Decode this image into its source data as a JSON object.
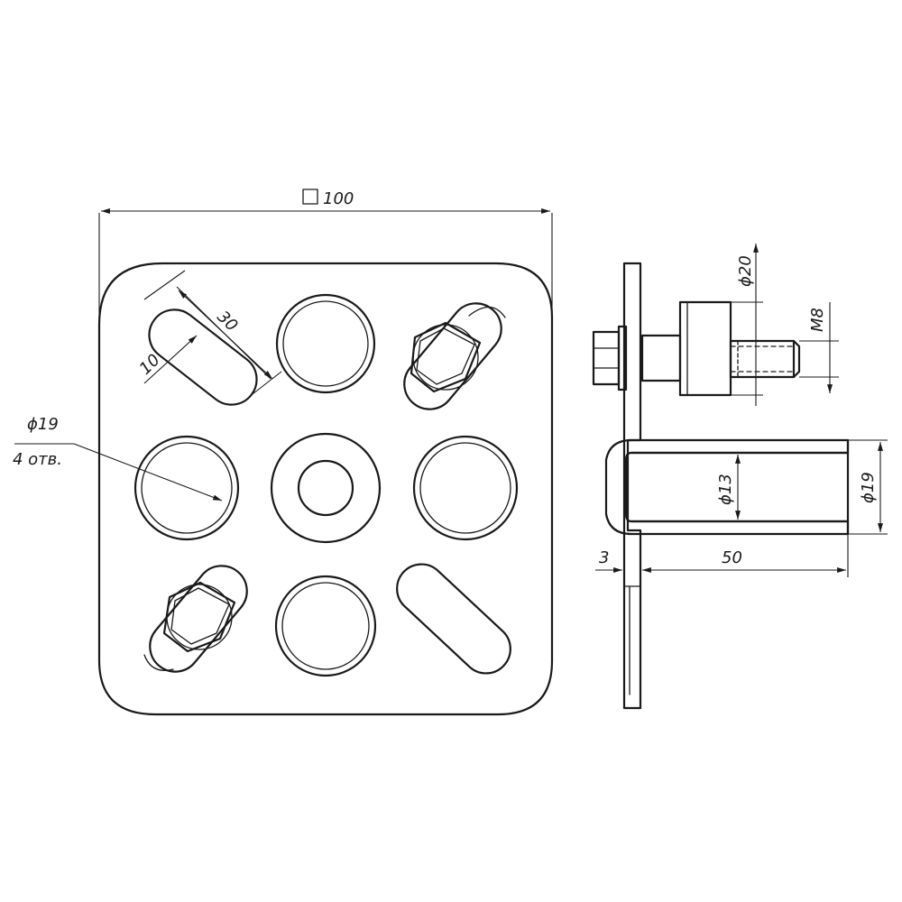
{
  "dimensions": {
    "plate_size": "100",
    "slot_length": "30",
    "slot_width": "10",
    "hole_dia": "ϕ19",
    "hole_count": "4 отв.",
    "flange_dia": "ϕ20",
    "thread": "M8",
    "bore_inner": "ϕ13",
    "bore_outer": "ϕ19",
    "plate_thickness": "3",
    "sleeve_length": "50"
  }
}
